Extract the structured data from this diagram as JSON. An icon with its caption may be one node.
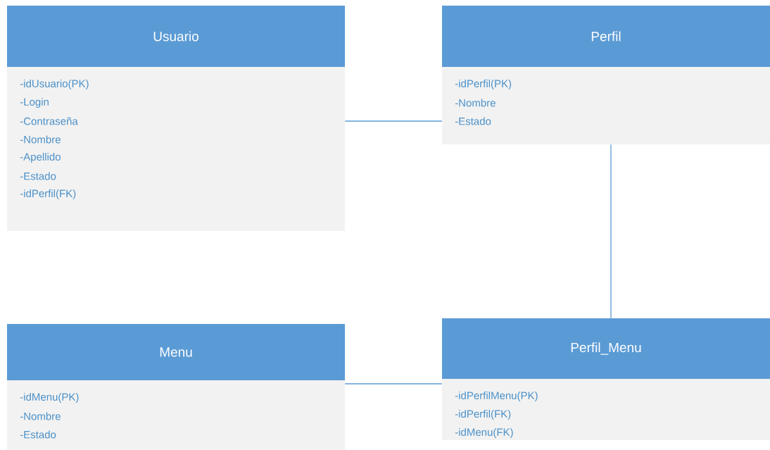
{
  "diagram": {
    "nodes": [
      {
        "text": [
          "Usuario",
          "-idUsuario(PK)",
          "-Login",
          "-Contraseña",
          "-Nombre",
          "-Apellido",
          "-Estado",
          "-idPerfil(FK)"
        ]
      },
      {
        "text": [
          "Perfil",
          "-idPerfil(PK)",
          "-Nombre",
          "-Estado"
        ]
      },
      {
        "text": [
          "Menu",
          "-idMenu(PK)",
          "-Nombre",
          "-Estado"
        ]
      },
      {
        "text": [
          "Perfil_Menu",
          "-idPerfilMenu(PK)",
          "-idPerfil(FK)",
          "-idMenu(FK)"
        ]
      }
    ],
    "edges": [
      {
        "from": 0,
        "to": 1,
        "arrow": "none"
      },
      {
        "from": 1,
        "to": 3,
        "arrow": "none"
      },
      {
        "from": 2,
        "to": 3,
        "arrow": "none"
      }
    ]
  }
}
